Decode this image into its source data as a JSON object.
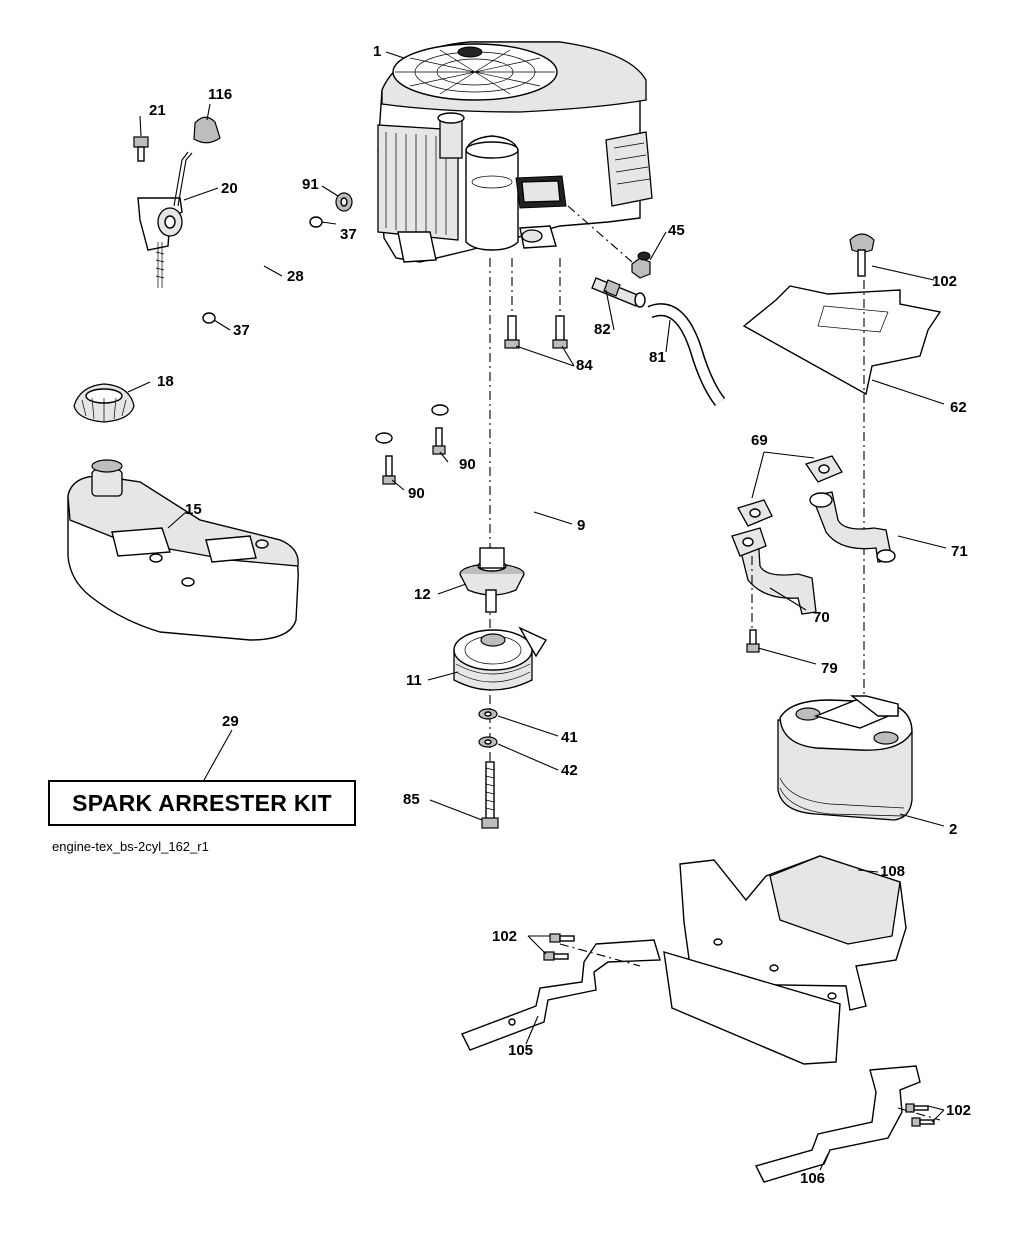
{
  "callouts": {
    "c1": "1",
    "c2": "2",
    "c9": "9",
    "c11": "11",
    "c12": "12",
    "c15": "15",
    "c18": "18",
    "c20": "20",
    "c21": "21",
    "c28": "28",
    "c29": "29",
    "c37a": "37",
    "c37b": "37",
    "c41": "41",
    "c42": "42",
    "c45": "45",
    "c62": "62",
    "c69": "69",
    "c70": "70",
    "c71": "71",
    "c79": "79",
    "c81": "81",
    "c82": "82",
    "c84": "84",
    "c85": "85",
    "c90a": "90",
    "c90b": "90",
    "c91": "91",
    "c102a": "102",
    "c102b": "102",
    "c102c": "102",
    "c105": "105",
    "c106": "106",
    "c108": "108",
    "c116": "116"
  },
  "kit_label": "SPARK ARRESTER KIT",
  "file_name": "engine-tex_bs-2cyl_162_r1"
}
